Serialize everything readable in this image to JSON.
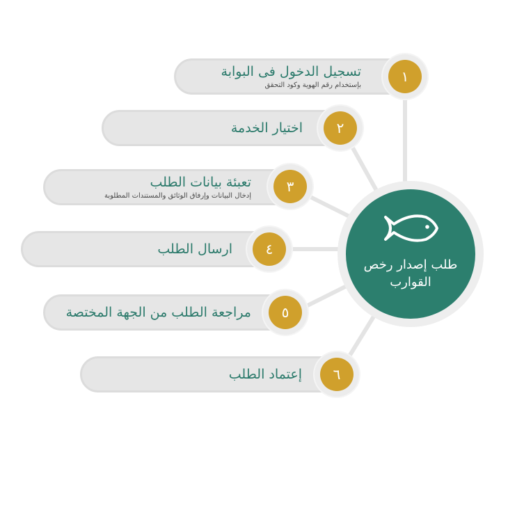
{
  "hub": {
    "title": "طلب إصدار رخص القوارب",
    "icon": "fish-icon",
    "color": "#2c7f6e"
  },
  "colors": {
    "number_badge": "#d0a02c",
    "step_title": "#2b7a6b",
    "pill": "#e6e6e6"
  },
  "steps": [
    {
      "number": "١",
      "title": "تسجيل الدخول فى البوابة",
      "subtitle": "بإستخدام رقم الهوية وكود التحقق"
    },
    {
      "number": "٢",
      "title": "اختيار الخدمة",
      "subtitle": ""
    },
    {
      "number": "٣",
      "title": "تعبئة بيانات الطلب",
      "subtitle": "إدخال البيانات وإرفاق الوثائق والمستندات المطلوبة"
    },
    {
      "number": "٤",
      "title": "ارسال الطلب",
      "subtitle": ""
    },
    {
      "number": "٥",
      "title": "مراجعة الطلب من الجهة المختصة",
      "subtitle": ""
    },
    {
      "number": "٦",
      "title": "إعتماد الطلب",
      "subtitle": ""
    }
  ]
}
